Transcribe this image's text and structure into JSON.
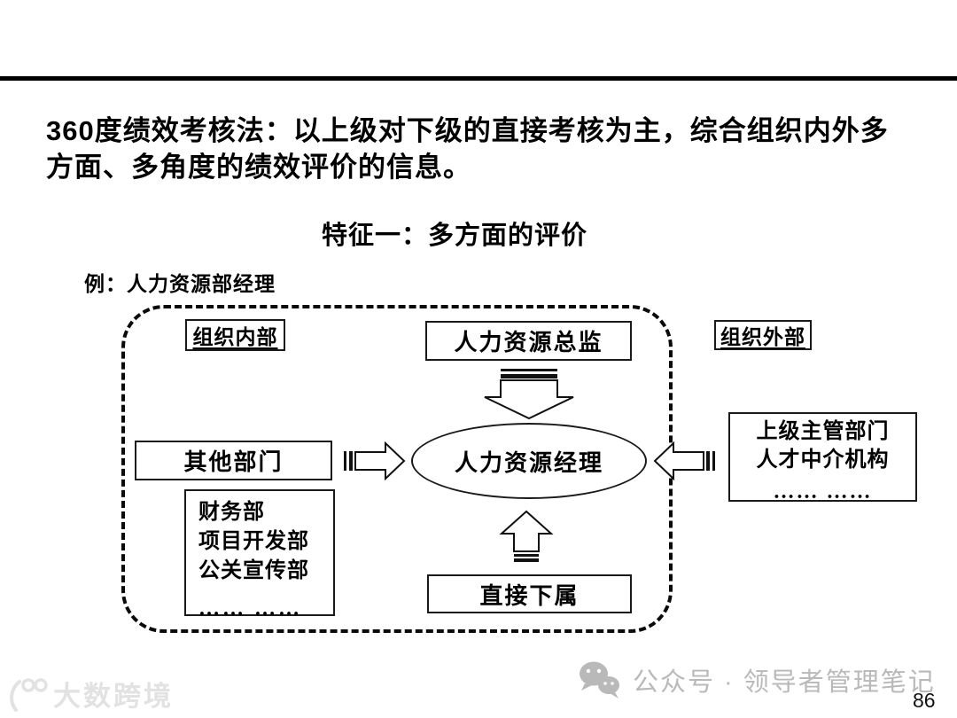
{
  "header": {
    "title_360": "360",
    "title_line1_rest": "度绩效考核法：以上级对下级的直接考核为主，综合组织内外多",
    "title_line2": "方面、多角度的绩效评价的信息。",
    "subtitle": "特征一：多方面的评价",
    "example_label": "例：人力资源部经理"
  },
  "diagram": {
    "inside_label": "组织内部",
    "outside_label": "组织外部",
    "top_box": "人力资源总监",
    "left_box": "其他部门",
    "dept_box_lines": [
      "财务部",
      "项目开发部",
      "公关宣传部",
      "……  ……"
    ],
    "bottom_box": "直接下属",
    "right_box_lines": [
      "上级主管部门",
      "人才中介机构",
      "…… ……"
    ],
    "center_ellipse": "人力资源经理",
    "arrows": [
      "striped-arrow-down",
      "striped-arrow-right",
      "striped-arrow-left",
      "striped-arrow-up"
    ]
  },
  "footer": {
    "watermark_text": "大数跨境",
    "wechat_label": "公众号 · 领导者管理笔记",
    "page_number": "86",
    "colors": {
      "watermark": "#e2e2e2",
      "wechat_gray": "#b9b9b9",
      "ink": "#000000"
    }
  }
}
